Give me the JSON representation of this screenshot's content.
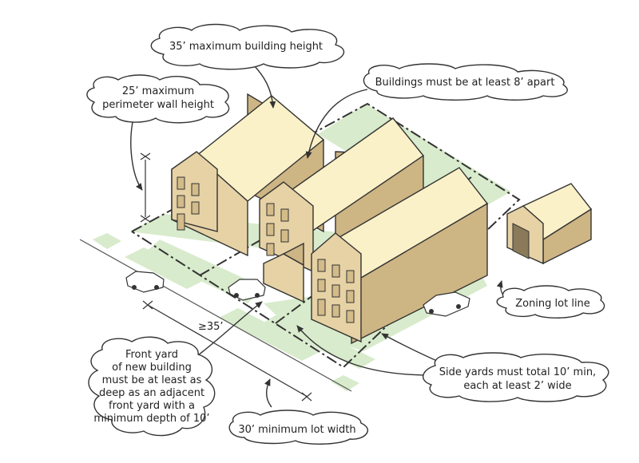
{
  "colors": {
    "lawn": "#d8ebcc",
    "wall_front": "#e6d2a5",
    "wall_side": "#cdb584",
    "roof": "#fbf1c8",
    "outline": "#333333",
    "cloud_fill": "#ffffff",
    "window": "#d3bb8a"
  },
  "callouts": {
    "max_height": "35’ maximum building height",
    "perimeter_line1": "25’ maximum",
    "perimeter_line2": "perimeter wall height",
    "apart": "Buildings must be at least 8’ apart",
    "lot_line": "Zoning lot line",
    "side_yards_line1": "Side yards must total 10’ min,",
    "side_yards_line2": "each at least 2’ wide",
    "front_yard_line1": "Front yard",
    "front_yard_line2": "of new building",
    "front_yard_line3": "must be at least as",
    "front_yard_line4": "deep as an adjacent",
    "front_yard_line5": "front yard with a",
    "front_yard_line6": "minimum depth of 10’",
    "lot_width": "30’ minimum lot width"
  },
  "dimension": {
    "frontage": "≥35’"
  }
}
